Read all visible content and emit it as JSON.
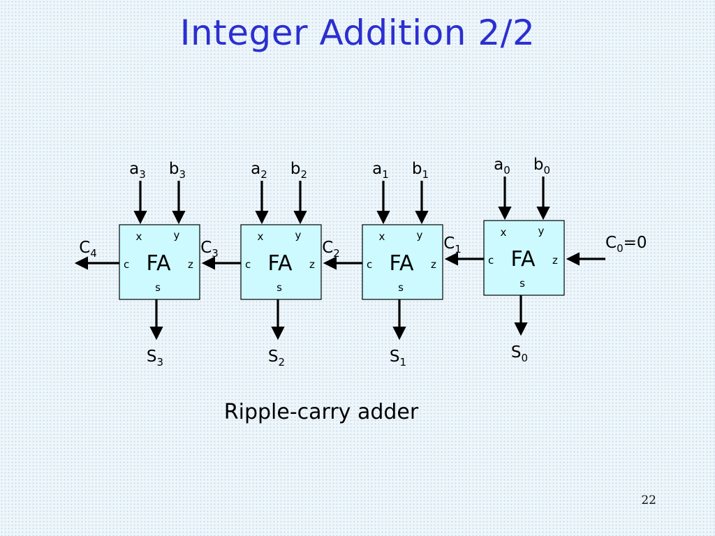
{
  "slide": {
    "title": "Integer Addition 2/2",
    "caption": "Ripple-carry adder",
    "page_number": "22"
  },
  "diagram": {
    "adders": [
      {
        "label": "FA",
        "x_port": "x",
        "y_port": "y",
        "c_port": "c",
        "z_port": "z",
        "s_port": "s",
        "a": {
          "base": "a",
          "sub": "3"
        },
        "b": {
          "base": "b",
          "sub": "3"
        },
        "sum": {
          "base": "S",
          "sub": "3"
        },
        "carry_out": {
          "base": "C",
          "sub": "4"
        }
      },
      {
        "label": "FA",
        "x_port": "x",
        "y_port": "y",
        "c_port": "c",
        "z_port": "z",
        "s_port": "s",
        "a": {
          "base": "a",
          "sub": "2"
        },
        "b": {
          "base": "b",
          "sub": "2"
        },
        "sum": {
          "base": "S",
          "sub": "2"
        },
        "carry_out": {
          "base": "C",
          "sub": "3"
        }
      },
      {
        "label": "FA",
        "x_port": "x",
        "y_port": "y",
        "c_port": "c",
        "z_port": "z",
        "s_port": "s",
        "a": {
          "base": "a",
          "sub": "1"
        },
        "b": {
          "base": "b",
          "sub": "1"
        },
        "sum": {
          "base": "S",
          "sub": "1"
        },
        "carry_out": {
          "base": "C",
          "sub": "2"
        }
      },
      {
        "label": "FA",
        "x_port": "x",
        "y_port": "y",
        "c_port": "c",
        "z_port": "z",
        "s_port": "s",
        "a": {
          "base": "a",
          "sub": "0"
        },
        "b": {
          "base": "b",
          "sub": "0"
        },
        "sum": {
          "base": "S",
          "sub": "0"
        },
        "carry_out": {
          "base": "C",
          "sub": "1"
        }
      }
    ],
    "carry_in": {
      "base": "C",
      "sub": "0",
      "suffix": "=0"
    }
  }
}
